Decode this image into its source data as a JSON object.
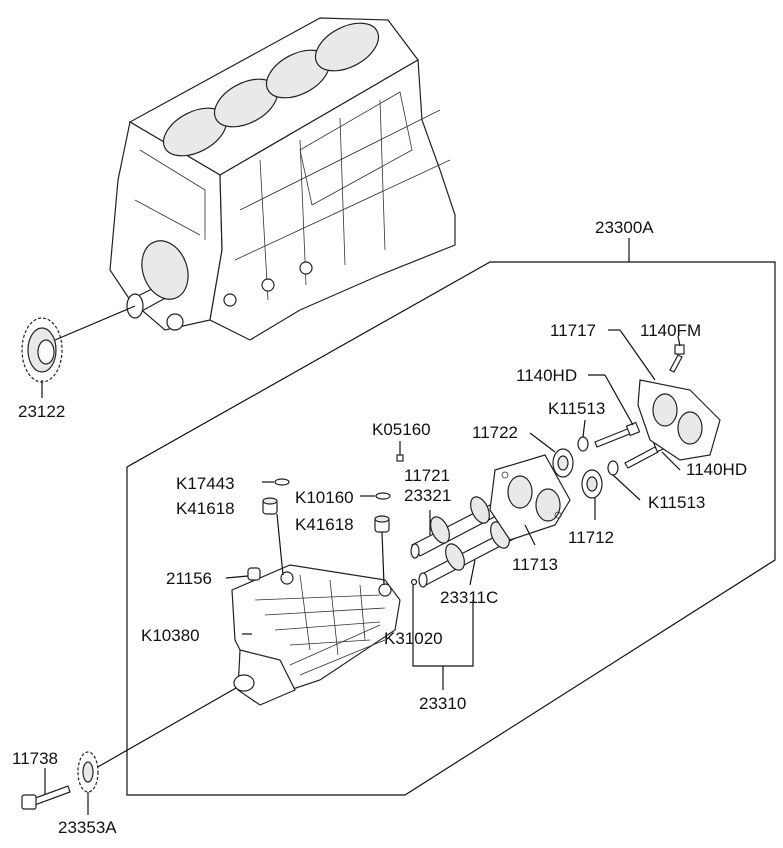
{
  "labels": {
    "assembly": "23300A",
    "sprocket_crank": "23122",
    "cover": "11717",
    "cover_bolt": "1140FM",
    "bolt_upper": "1140HD",
    "bolt_right": "1140HD",
    "washer_upper": "K11513",
    "washer_lower": "K11513",
    "bearing_left": "11722",
    "bearing_right": "11712",
    "housing_plate": "11713",
    "pin_small": "K05160",
    "pin_key": "11721",
    "balance_shaft_upper": "23321",
    "balance_shaft_lower": "23311C",
    "shaft_set": "23310",
    "pin_k31020": "K31020",
    "oring_k17443": "K17443",
    "oring_k10160": "K10160",
    "dowel_left": "K41618",
    "dowel_right": "K41618",
    "plug": "21156",
    "balancer_housing": "K10380",
    "bolt_sprocket": "11738",
    "sprocket_balancer": "23353A"
  }
}
